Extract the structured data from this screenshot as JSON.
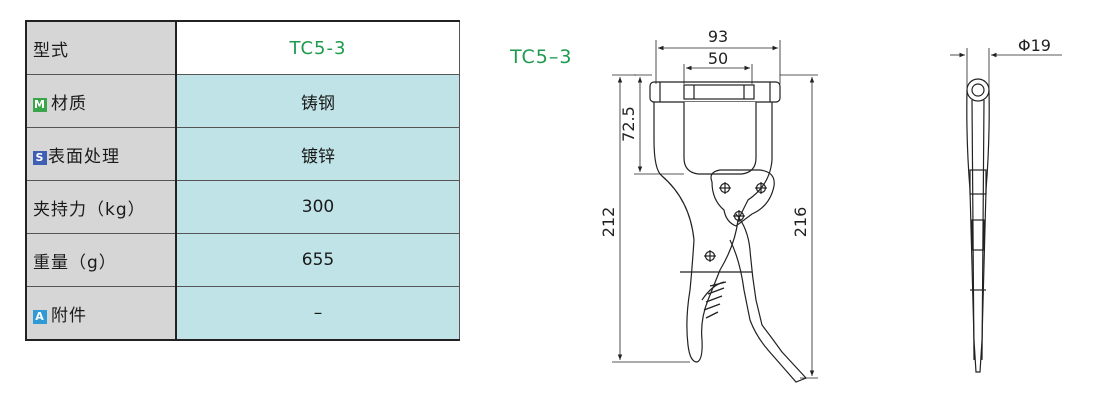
{
  "spec_table": {
    "rows": [
      {
        "label": "型式",
        "value": "TC5-3"
      },
      {
        "badge": "M",
        "label": "材质",
        "value": "铸钢"
      },
      {
        "badge": "S",
        "label": "表面处理",
        "value": "镀锌"
      },
      {
        "label": "夹持力（kg）",
        "value": "300"
      },
      {
        "label": "重量（g）",
        "value": "655"
      },
      {
        "badge": "A",
        "label": "附件",
        "value": "–"
      }
    ]
  },
  "drawing": {
    "model_label": "TC5–3",
    "dimensions": {
      "overall_width": "93",
      "inner_width": "50",
      "jaw_depth": "72.5",
      "length_left": "212",
      "length_right": "216",
      "pin_diameter": "Φ19"
    }
  }
}
